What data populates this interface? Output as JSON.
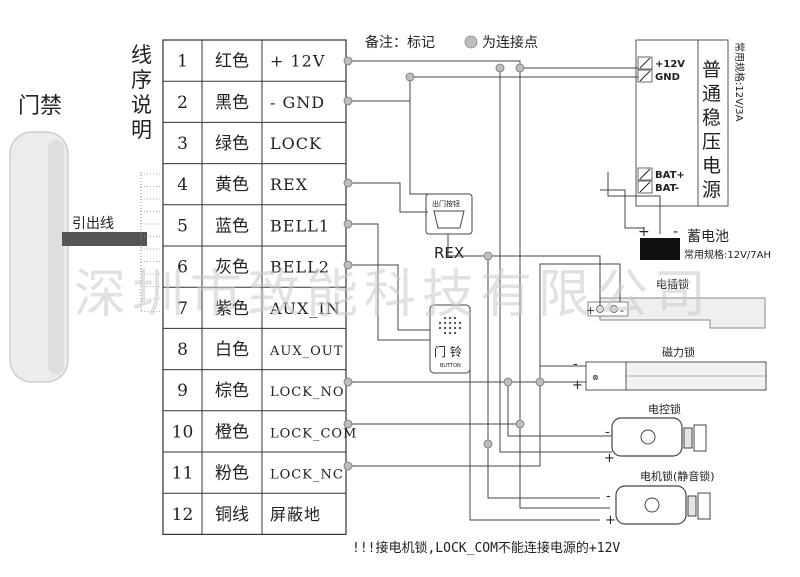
{
  "device": {
    "title": "门禁",
    "lead_label": "引出线"
  },
  "table": {
    "heading": [
      "线",
      "序",
      "说",
      "明"
    ],
    "rows": [
      {
        "num": "1",
        "color": "红色",
        "signal": "+ 12V"
      },
      {
        "num": "2",
        "color": "黑色",
        "signal": "- GND"
      },
      {
        "num": "3",
        "color": "绿色",
        "signal": "LOCK"
      },
      {
        "num": "4",
        "color": "黄色",
        "signal": "REX"
      },
      {
        "num": "5",
        "color": "蓝色",
        "signal": "BELL1"
      },
      {
        "num": "6",
        "color": "灰色",
        "signal": "BELL2"
      },
      {
        "num": "7",
        "color": "紫色",
        "signal": "AUX_IN"
      },
      {
        "num": "8",
        "color": "白色",
        "signal": "AUX_OUT"
      },
      {
        "num": "9",
        "color": "棕色",
        "signal": "LOCK_NO"
      },
      {
        "num": "10",
        "color": "橙色",
        "signal": "LOCK_COM"
      },
      {
        "num": "11",
        "color": "粉色",
        "signal": "LOCK_NC"
      },
      {
        "num": "12",
        "color": "铜线",
        "signal": "屏蔽地"
      }
    ]
  },
  "note": {
    "prefix": "备注：标记",
    "suffix": "为连接点"
  },
  "power_supply": {
    "spec": "常用规格:12V/3A",
    "name": [
      "普",
      "通",
      "稳",
      "压",
      "电",
      "源"
    ],
    "terminals": [
      "+12V",
      "GND",
      "BAT+",
      "BAT-"
    ]
  },
  "battery": {
    "name": "蓄电池",
    "spec": "常用规格:12V/7AH",
    "plus": "+",
    "minus": "-"
  },
  "rex_button": {
    "top_label": "出门按钮",
    "name": "REX"
  },
  "doorbell": {
    "name": "门 铃",
    "sub": "BUTTON"
  },
  "locks": [
    {
      "name": "电插锁",
      "plus": "+",
      "minus": "-"
    },
    {
      "name": "磁力锁",
      "plus": "+",
      "minus": "-"
    },
    {
      "name": "电控锁",
      "plus": "+",
      "minus": "-"
    },
    {
      "name": "电机锁(静音锁)",
      "plus": "+",
      "minus": "-"
    }
  ],
  "watermark": "深圳市致能科技有限公司",
  "warning": "!!!接电机锁,LOCK_COM不能连接电源的+12V",
  "colors": {
    "line": "#333333",
    "watermark": "#c8c8c8",
    "dot": "#bdbdbd",
    "device": "#e9e9e9"
  }
}
